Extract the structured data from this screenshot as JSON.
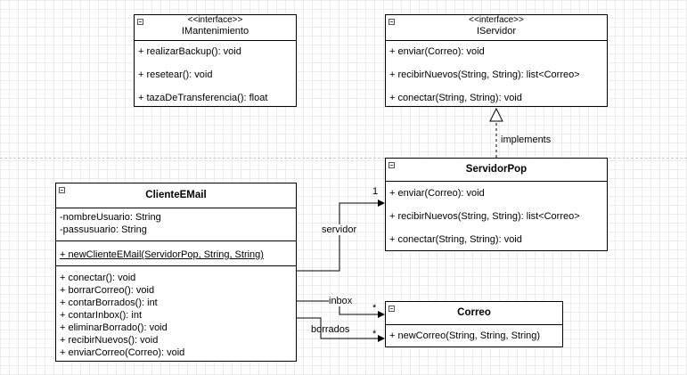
{
  "imantenimiento": {
    "stereotype": "<<interface>>",
    "name": "IMantenimiento",
    "methods": [
      "+ realizarBackup(): void",
      "+ resetear(): void",
      "+ tazaDeTransferencia(): float"
    ]
  },
  "iservidor": {
    "stereotype": "<<interface>>",
    "name": "IServidor",
    "methods": [
      "+ enviar(Correo): void",
      "+ recibirNuevos(String, String): list<Correo>",
      "+ conectar(String, String): void"
    ]
  },
  "servidorpop": {
    "name": "ServidorPop",
    "methods": [
      "+ enviar(Correo): void",
      "+ recibirNuevos(String, String): list<Correo>",
      "+ conectar(String, String): void"
    ]
  },
  "clienteemail": {
    "name": "ClienteEMail",
    "attributes": [
      "-nombreUsuario: String",
      "-passusuario: String"
    ],
    "constructor": "+ newClienteEMail(ServidorPop, String, String)",
    "methods": [
      "+ conectar(): void",
      "+ borrarCorreo(): void",
      "+ contarBorrados(): int",
      "+ contarInbox(): int",
      "+ eliminarBorrado(): void",
      "+ recibirNuevos(): void",
      "+ enviarCorreo(Correo): void"
    ]
  },
  "correo": {
    "name": "Correo",
    "methods": [
      "+ newCorreo(String, String, String)"
    ]
  },
  "relations": {
    "implements": "implements",
    "servidor": "servidor",
    "servidor_mult": "1",
    "inbox": "inbox",
    "inbox_mult": "*",
    "borrados": "borrados",
    "borrados_mult": "*"
  }
}
